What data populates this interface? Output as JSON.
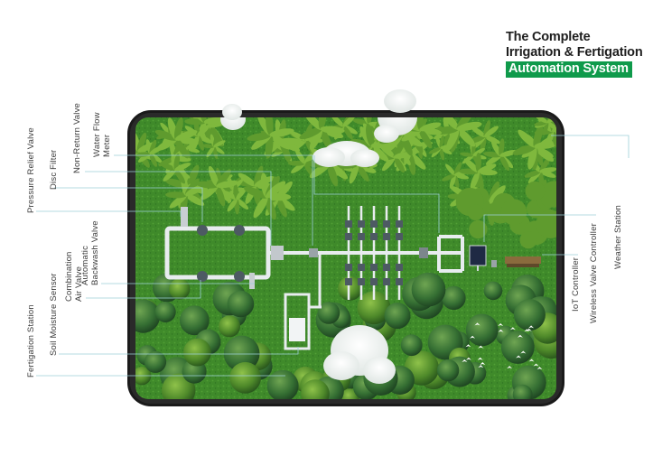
{
  "title": {
    "line1": "The Complete",
    "line2": "Irrigation & Fertigation",
    "highlight": "Automation System"
  },
  "labels": {
    "left": [
      {
        "id": "pressure-relief-valve",
        "lines": [
          "Pressure Relief Valve"
        ]
      },
      {
        "id": "disc-filter",
        "lines": [
          "Disc Filter"
        ]
      },
      {
        "id": "non-return-valve",
        "lines": [
          "Non-Return Valve"
        ]
      },
      {
        "id": "water-flow-meter",
        "lines": [
          "Water Flow",
          "Meter"
        ]
      },
      {
        "id": "automatic-backwash-valve",
        "lines": [
          "Automatic",
          "Backwash Valve"
        ]
      },
      {
        "id": "combination-air-valve",
        "lines": [
          "Combination",
          "Air Valve"
        ]
      },
      {
        "id": "soil-moisture-sensor",
        "lines": [
          "Soil Moisture Sensor"
        ]
      },
      {
        "id": "fertigation-station",
        "lines": [
          "Fertigation Station"
        ]
      }
    ],
    "right": [
      {
        "id": "weather-station",
        "lines": [
          "Weather Station"
        ]
      },
      {
        "id": "wireless-valve-controller",
        "lines": [
          "Wireless Valve Controller"
        ]
      },
      {
        "id": "iot-controller",
        "lines": [
          "IoT Controller"
        ]
      }
    ]
  },
  "colors": {
    "accent": "#0f9a4b",
    "lawn": "#3f8a2a",
    "pipe": "#e8ecef",
    "phone": "#1a1a1a",
    "leader": "#9ccfd8"
  }
}
